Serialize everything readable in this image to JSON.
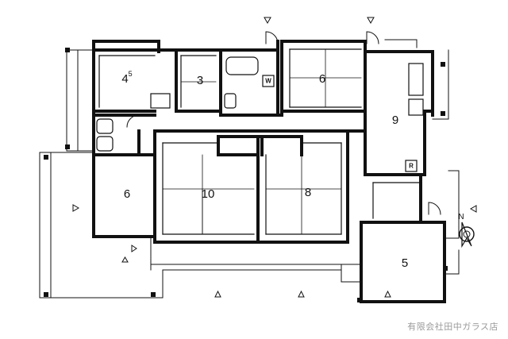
{
  "rooms": {
    "room_45": {
      "main": "4",
      "sup": "5"
    },
    "room_3": "3",
    "room_6_top": "6",
    "room_9": "9",
    "room_6_left": "6",
    "room_10": "10",
    "room_8": "8",
    "room_5": "5"
  },
  "fixtures": {
    "washer": "W",
    "refrigerator": "R"
  },
  "compass": {
    "north": "N"
  },
  "credit": "有限会社田中ガラス店"
}
